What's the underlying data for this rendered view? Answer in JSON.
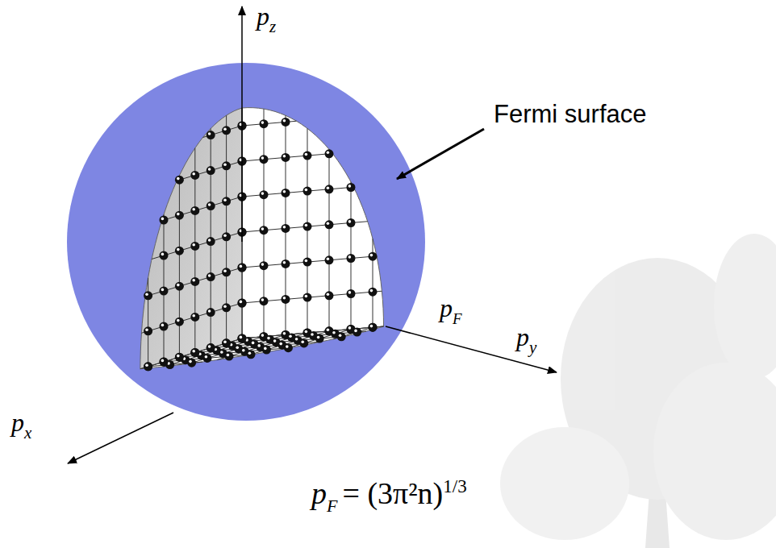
{
  "diagram": {
    "labels": [
      "Fermi surface",
      "p",
      "z",
      "p",
      "F",
      "p",
      "y",
      "p",
      "x",
      "p",
      "F",
      "= (3π²n)",
      "1/3"
    ]
  }
}
